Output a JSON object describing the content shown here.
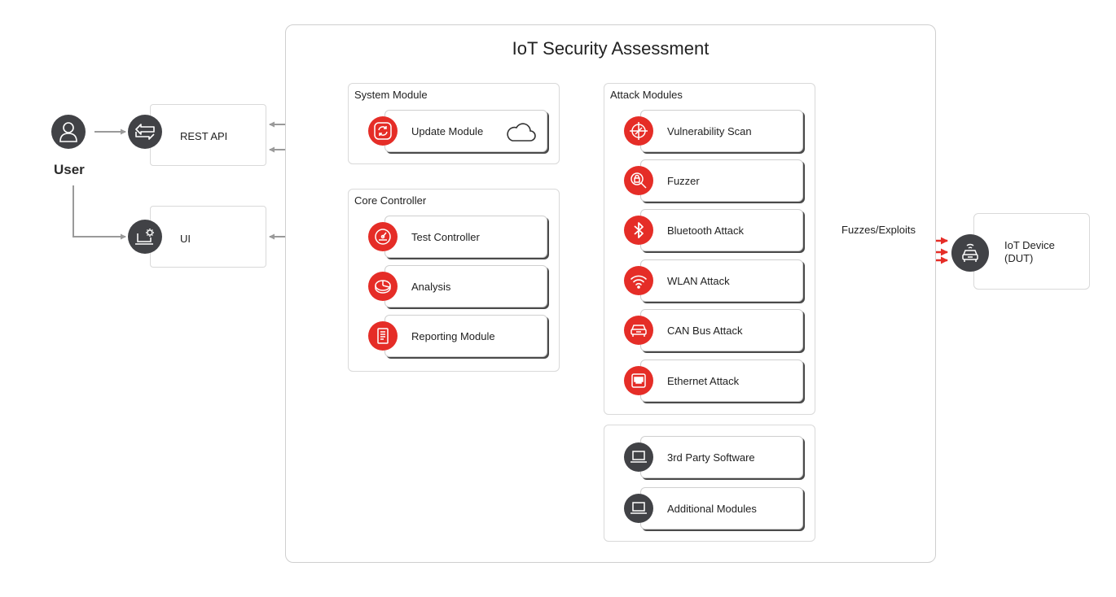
{
  "title": "IoT Security Assessment",
  "user": {
    "label": "User",
    "icon": "user-icon"
  },
  "rest_api": {
    "label": "REST API",
    "icon": "exchange-arrows-icon"
  },
  "ui": {
    "label": "UI",
    "icon": "laptop-gear-icon"
  },
  "system_module": {
    "title": "System Module",
    "items": [
      {
        "label": "Update Module",
        "icon": "refresh-icon"
      }
    ],
    "cloud_icon": "cloud-icon"
  },
  "core_controller": {
    "title": "Core Controller",
    "items": [
      {
        "label": "Test Controller",
        "icon": "speedometer-icon"
      },
      {
        "label": "Analysis",
        "icon": "pie-chart-icon"
      },
      {
        "label": "Reporting Module",
        "icon": "document-icon"
      }
    ]
  },
  "attack_modules": {
    "title": "Attack Modules",
    "items": [
      {
        "label": "Vulnerability Scan",
        "icon": "crosshair-icon"
      },
      {
        "label": "Fuzzer",
        "icon": "magnifier-lock-icon"
      },
      {
        "label": "Bluetooth Attack",
        "icon": "bluetooth-icon"
      },
      {
        "label": "WLAN Attack",
        "icon": "wifi-icon"
      },
      {
        "label": "CAN Bus Attack",
        "icon": "car-icon"
      },
      {
        "label": "Ethernet Attack",
        "icon": "ethernet-icon"
      }
    ]
  },
  "extensions": {
    "items": [
      {
        "label": "3rd Party Software",
        "icon": "laptop-icon"
      },
      {
        "label": "Additional Modules",
        "icon": "laptop-icon"
      }
    ]
  },
  "connection_label": "Fuzzes/Exploits",
  "device": {
    "label_line1": "IoT Device",
    "label_line2": "(DUT)",
    "icon": "car-wifi-icon"
  },
  "colors": {
    "accent_red": "#e52d27",
    "icon_dark": "#414246",
    "connector_gray": "#9a9a9a"
  }
}
